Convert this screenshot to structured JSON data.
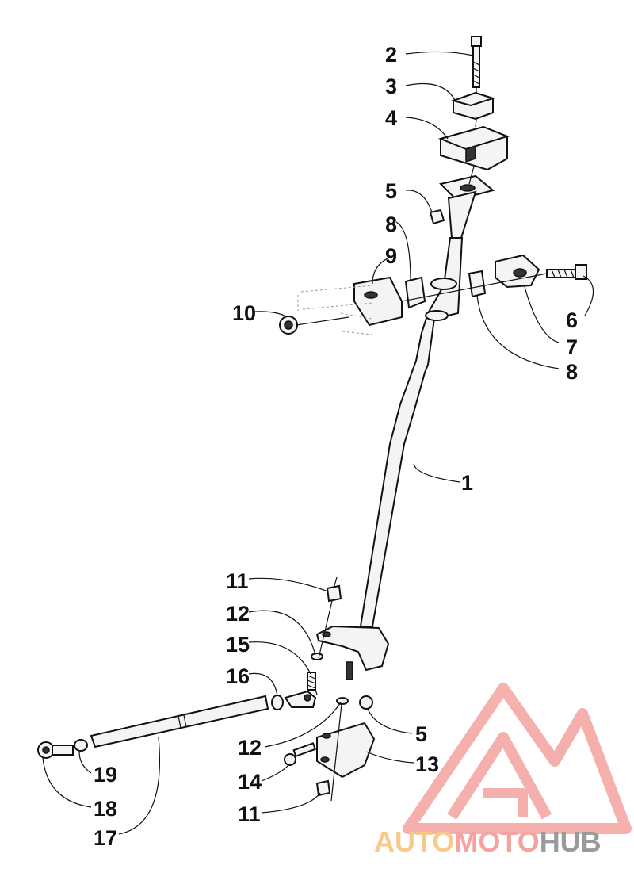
{
  "callouts": [
    "2",
    "3",
    "4",
    "5",
    "8",
    "9",
    "10",
    "6",
    "7",
    "8",
    "1",
    "11",
    "12",
    "15",
    "16",
    "12",
    "5",
    "13",
    "14",
    "11",
    "19",
    "18",
    "17"
  ],
  "watermark": {
    "auto": "AUTO",
    "moto": "MOTO",
    "hub": "HUB",
    "color_auto": "#f7c98a",
    "color_moto": "#f4a3a0",
    "color_hub": "#9a9a9a",
    "logo_color": "#f4a3a0"
  }
}
